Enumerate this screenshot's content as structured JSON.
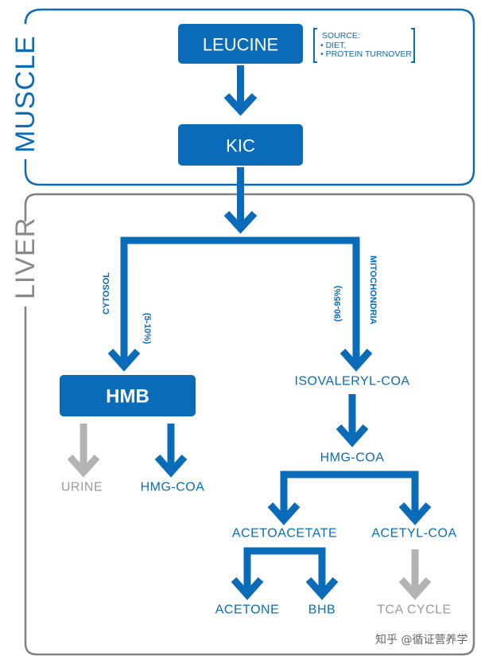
{
  "colors": {
    "blue": "#0a6cb8",
    "gray": "#b3b3b3",
    "frame_gray": "#808080",
    "text_gray": "#9a9a9a"
  },
  "regions": {
    "muscle": "MUSCLE",
    "liver": "LIVER"
  },
  "source_note": {
    "title": "SOURCE:",
    "items": [
      "DIET,",
      "PROTEIN TURNOVER"
    ]
  },
  "nodes": {
    "leucine": "LEUCINE",
    "kic": "KIC",
    "hmb": "HMB",
    "urine": "URINE",
    "hmg_coa_left": "HMG-COA",
    "isovaleryl_coa": "ISOVALERYL-COA",
    "hmg_coa_right": "HMG-COA",
    "acetoacetate": "ACETOACETATE",
    "acetyl_coa": "ACETYL-COA",
    "acetone": "ACETONE",
    "bhb": "BHB",
    "tca_cycle": "TCA CYCLE"
  },
  "branches": {
    "cytosol": {
      "name": "CYTOSOL",
      "percent": "(5-10%)"
    },
    "mitochondria": {
      "name": "MITOCHONDRIA",
      "percent": "(90-95%)"
    }
  },
  "watermark": "知乎 @循证营养学"
}
